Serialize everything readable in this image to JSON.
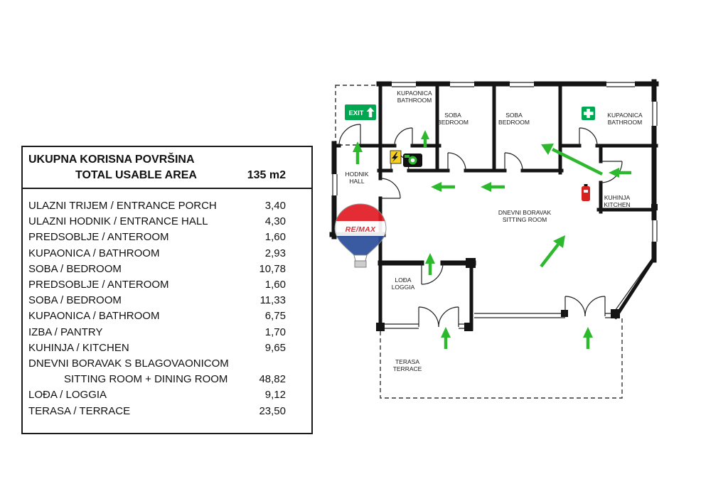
{
  "table": {
    "title_hr": "UKUPNA KORISNA POVRŠINA",
    "title_en": "TOTAL USABLE AREA",
    "total": "135 m2",
    "rows": [
      {
        "label": "ULAZNI TRIJEM / ENTRANCE PORCH",
        "value": "3,40"
      },
      {
        "label": "ULAZNI HODNIK / ENTRANCE HALL",
        "value": "4,30"
      },
      {
        "label": "PREDSOBLJE / ANTEROOM",
        "value": "1,60"
      },
      {
        "label": "KUPAONICA / BATHROOM",
        "value": "2,93"
      },
      {
        "label": "SOBA / BEDROOM",
        "value": "10,78"
      },
      {
        "label": "PREDSOBLJE / ANTEROOM",
        "value": "1,60"
      },
      {
        "label": "SOBA / BEDROOM",
        "value": "11,33"
      },
      {
        "label": "KUPAONICA / BATHROOM",
        "value": "6,75"
      },
      {
        "label": "IZBA / PANTRY",
        "value": "1,70"
      },
      {
        "label": "KUHINJA / KITCHEN",
        "value": "9,65"
      },
      {
        "label": "DNEVNI BORAVAK S BLAGOVAONICOM",
        "value": ""
      },
      {
        "label": "SITTING ROOM + DINING ROOM",
        "value": "48,82",
        "indent": true
      },
      {
        "label": "LOĐA / LOGGIA",
        "value": "9,12"
      },
      {
        "label": "TERASA / TERRACE",
        "value": "23,50"
      }
    ]
  },
  "floorplan": {
    "rooms": [
      {
        "hr": "KUPAONICA",
        "en": "BATHROOM"
      },
      {
        "hr": "SOBA",
        "en": "BEDROOM"
      },
      {
        "hr": "SOBA",
        "en": "BEDROOM"
      },
      {
        "hr": "KUPAONICA",
        "en": "BATHROOM"
      },
      {
        "hr": "HODNIK",
        "en": "HALL"
      },
      {
        "hr": "KUHINJA",
        "en": "KITCHEN"
      },
      {
        "hr": "DNEVNI BORAVAK",
        "en": "SITTING ROOM"
      },
      {
        "hr": "LOĐA",
        "en": "LOGGIA"
      },
      {
        "hr": "TERASA",
        "en": "TERRACE"
      }
    ],
    "exit_sign_label": "EXIT",
    "watermark": {
      "brand": "RE/MAX"
    },
    "colors": {
      "arrow_green": "#2db92d",
      "exit_green": "#00a650",
      "safety_yellow": "#f5d020",
      "alarm_red": "#d6231f",
      "remax_red": "#e11b22",
      "remax_blue": "#2a4d9b",
      "wall": "#141414"
    }
  }
}
